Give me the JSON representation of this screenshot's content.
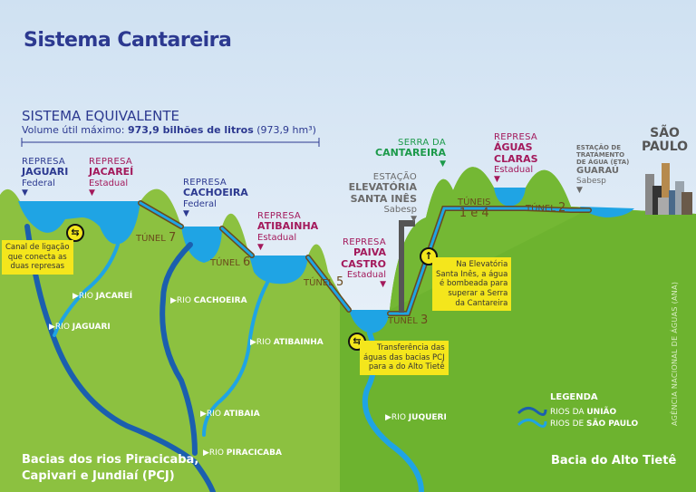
{
  "title": "Sistema Cantareira",
  "equivalent": {
    "heading": "SISTEMA EQUIVALENTE",
    "volume_prefix": "Volume útil máximo: ",
    "volume_bold": "973,9 bilhões de litros",
    "volume_suffix": " (973,9 hm³)"
  },
  "reservoirs": [
    {
      "kind": "REPRESA",
      "name": "JAGUARI",
      "owner": "Federal"
    },
    {
      "kind": "REPRESA",
      "name": "JACAREÍ",
      "owner": "Estadual"
    },
    {
      "kind": "REPRESA",
      "name": "CACHOEIRA",
      "owner": "Federal"
    },
    {
      "kind": "REPRESA",
      "name": "ATIBAINHA",
      "owner": "Estadual"
    },
    {
      "kind": "REPRESA",
      "name": "PAIVA",
      "name2": "CASTRO",
      "owner": "Estadual"
    },
    {
      "kind": "REPRESA",
      "name": "ÁGUAS",
      "name2": "CLARAS",
      "owner": "Estadual"
    }
  ],
  "station": {
    "kind": "ESTAÇÃO",
    "name": "ELEVATÓRIA",
    "name2": "SANTA INÊS",
    "owner": "Sabesp"
  },
  "serra": {
    "line1": "SERRA DA",
    "line2": "CANTAREIRA"
  },
  "eta": {
    "line1": "ESTAÇÃO DE",
    "line2": "TRATAMENTO",
    "line3": "DE ÁGUA (ETA)",
    "name": "GUARAÚ",
    "owner": "Sabesp"
  },
  "city": {
    "line1": "SÃO",
    "line2": "PAULO"
  },
  "tunnels": {
    "t7": "TÚNEL",
    "t7n": "7",
    "t6": "TÚNEL",
    "t6n": "6",
    "t5": "TÚNEL",
    "t5n": "5",
    "t3": "TÚNEL",
    "t3n": "3",
    "t14": "TÚNEIS",
    "t14n": "1 e 4",
    "t2": "TÚNEL",
    "t2n": "2"
  },
  "notes": {
    "canal": [
      "Canal de ligação",
      "que conecta as",
      "duas represas"
    ],
    "elevatoria": [
      "Na Elevatória",
      "Santa Inês, a água",
      "é bombeada para",
      "superar a Serra",
      "da Cantareira"
    ],
    "transferencia": [
      "Transferência das",
      "águas das bacias PCJ",
      "para a do Alto Tietê"
    ]
  },
  "rivers": [
    {
      "prefix": "RIO ",
      "name": "JACAREÍ"
    },
    {
      "prefix": "RIO ",
      "name": "CACHOEIRA"
    },
    {
      "prefix": "RIO ",
      "name": "JAGUARI"
    },
    {
      "prefix": "RIO ",
      "name": "ATIBAINHA"
    },
    {
      "prefix": "RIO ",
      "name": "ATIBAIA"
    },
    {
      "prefix": "RIO ",
      "name": "PIRACICABA"
    },
    {
      "prefix": "RIO ",
      "name": "JUQUERI"
    }
  ],
  "legend": {
    "title": "LEGENDA",
    "union_prefix": "RIOS DA ",
    "union_bold": "UNIÃO",
    "union_color": "#1b5fae",
    "sp_prefix": "RIOS DE ",
    "sp_bold": "SÃO PAULO",
    "sp_color": "#1fa4e4"
  },
  "basins": {
    "pcj_line1": "Bacias dos rios Piracicaba,",
    "pcj_line2": "Capivari e Jundiaí (PCJ)",
    "alto_tiete": "Bacia do Alto Tietê"
  },
  "credit": "AGÊNCIA NACIONAL DE ÁGUAS (ANA)",
  "colors": {
    "federal": "#2c3990",
    "estadual": "#a3195b",
    "water": "#1fa4e4",
    "union_river": "#1b5fae",
    "pcj_green": "#8cc140",
    "tiete_green": "#6db32f",
    "note": "#f4e61c"
  }
}
